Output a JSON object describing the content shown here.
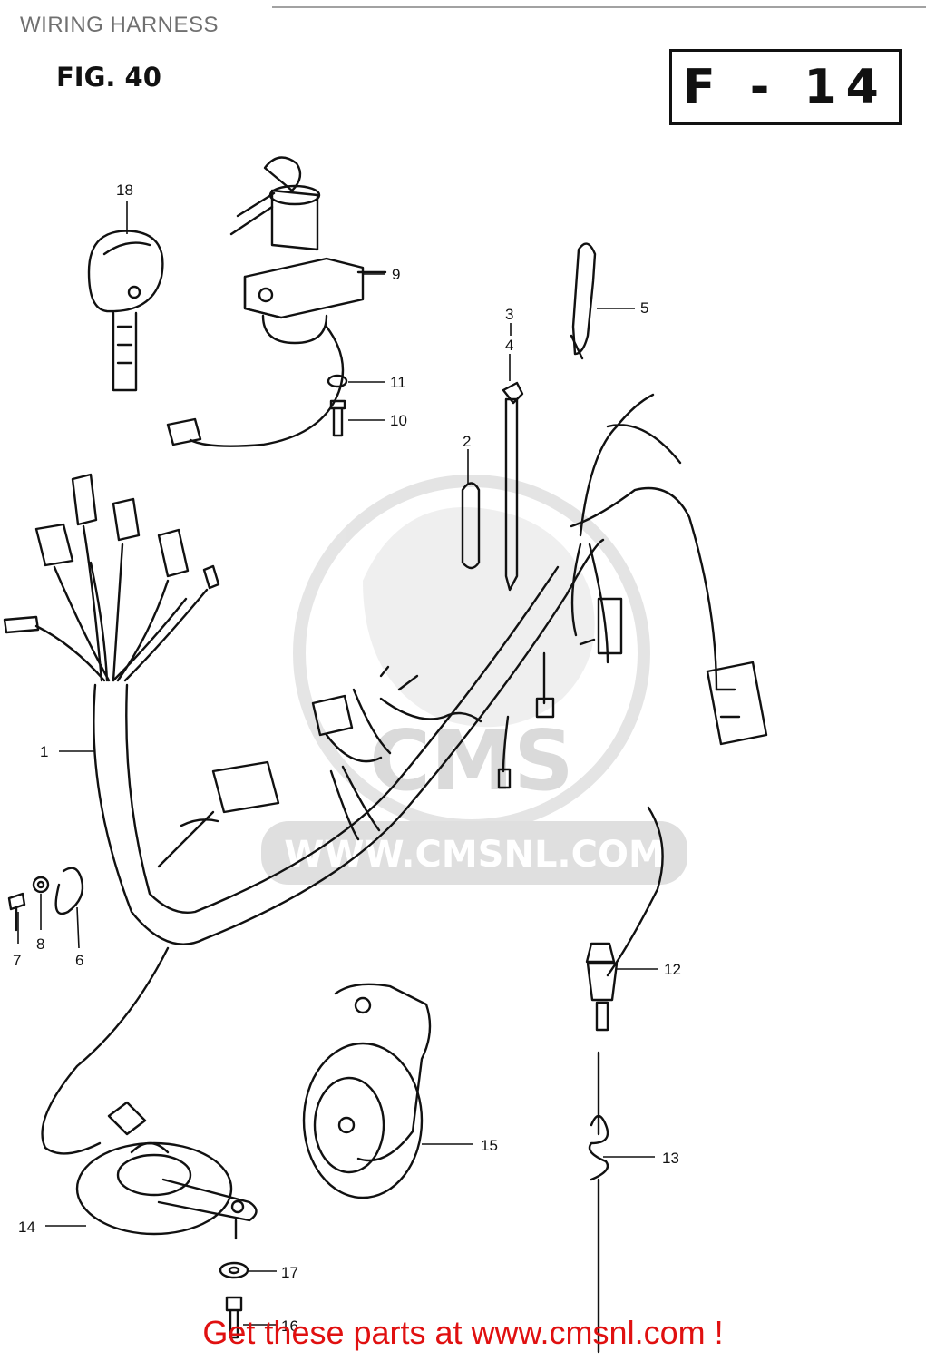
{
  "page": {
    "title": "WIRING HARNESS",
    "fig_label": "FIG. 40",
    "fig_code": "F - 14"
  },
  "watermark": {
    "logo": "CMS",
    "url": "WWW.CMSNL.COM"
  },
  "callouts": {
    "p1": "1",
    "p2": "2",
    "p3": "3",
    "p4": "4",
    "p5": "5",
    "p6": "6",
    "p7": "7",
    "p8": "8",
    "p9": "9",
    "p10": "10",
    "p11": "11",
    "p12": "12",
    "p13": "13",
    "p14": "14",
    "p15": "15",
    "p16": "16",
    "p17": "17",
    "p18": "18"
  },
  "footer": {
    "text": "Get these parts at www.cmsnl.com !"
  }
}
